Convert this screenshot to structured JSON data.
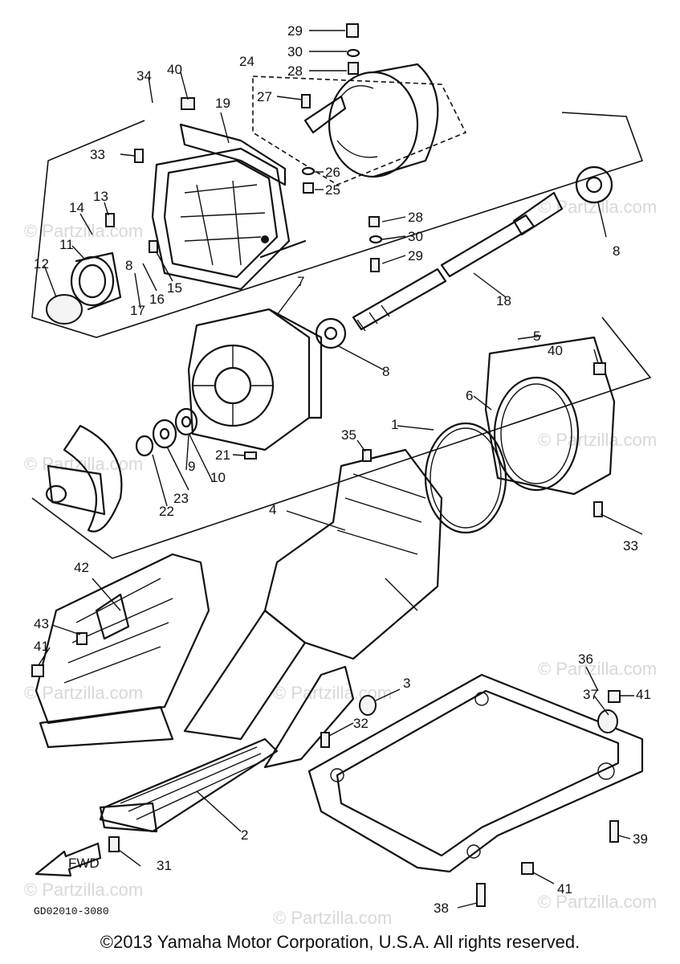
{
  "watermark": "© Partzilla.com",
  "drawing_code": "GD02010-3080",
  "fwd_arrow": "FWD",
  "copyright": "©2013 Yamaha Motor Corporation, U.S.A. All rights reserved.",
  "callouts": {
    "c1": "1",
    "c2": "2",
    "c3": "3",
    "c4": "4",
    "c5": "5",
    "c6": "6",
    "c7": "7",
    "c8a": "8",
    "c8b": "8",
    "c8c": "8",
    "c9": "9",
    "c10": "10",
    "c11": "11",
    "c12": "12",
    "c13": "13",
    "c14": "14",
    "c15": "15",
    "c16": "16",
    "c17": "17",
    "c18": "18",
    "c19": "19",
    "c21": "21",
    "c22": "22",
    "c23": "23",
    "c24": "24",
    "c25": "25",
    "c26": "26",
    "c27": "27",
    "c28a": "28",
    "c28b": "28",
    "c29a": "29",
    "c29b": "29",
    "c30a": "30",
    "c30b": "30",
    "c31": "31",
    "c32": "32",
    "c33a": "33",
    "c33b": "33",
    "c34": "34",
    "c35": "35",
    "c36": "36",
    "c37": "37",
    "c38": "38",
    "c39": "39",
    "c40a": "40",
    "c40b": "40",
    "c41a": "41",
    "c41b": "41",
    "c41c": "41",
    "c42": "42",
    "c43": "43"
  }
}
